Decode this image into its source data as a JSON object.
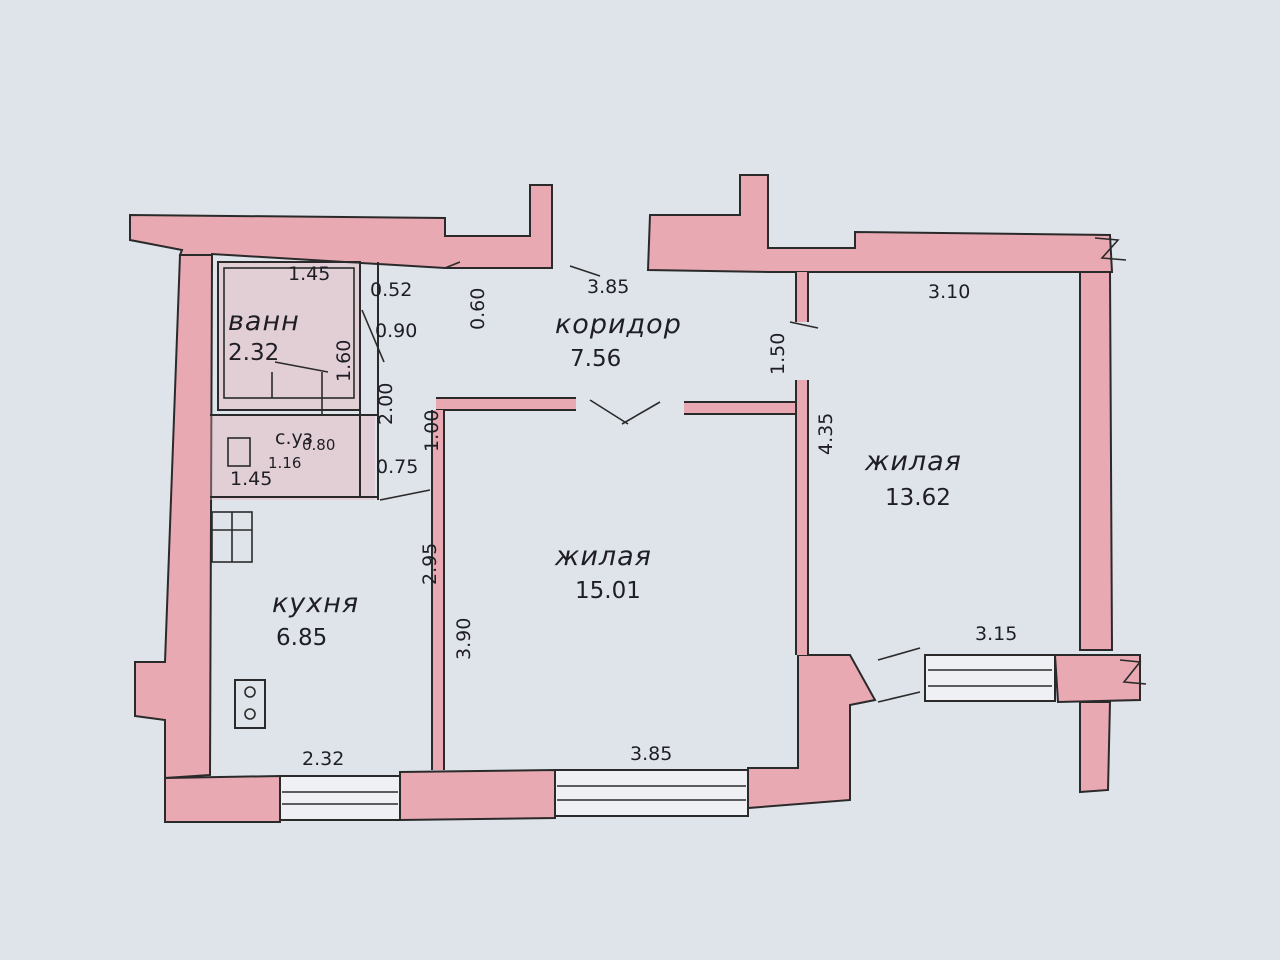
{
  "rooms": {
    "bath": {
      "name": "ванн",
      "area": "2.32"
    },
    "wc": {
      "name": "с.уз",
      "area": "1.16"
    },
    "corridor": {
      "name": "коридор",
      "area": "7.56"
    },
    "living_right": {
      "name": "жилая",
      "area": "13.62"
    },
    "living_center": {
      "name": "жилая",
      "area": "15.01"
    },
    "kitchen": {
      "name": "кухня",
      "area": "6.85"
    }
  },
  "dimensions": {
    "bath_width": "1.45",
    "d_052": "0.52",
    "d_060": "0.60",
    "d_090": "0.90",
    "corridor_length": "3.85",
    "right_room_width": "3.10",
    "d_150": "1.50",
    "bath_depth": "1.60",
    "d_200": "2.00",
    "d_100": "1.00",
    "right_room_depth": "4.35",
    "wc_d_080": "0.80",
    "wc_width": "1.45",
    "d_075": "0.75",
    "kitchen_depth": "2.95",
    "center_room_depth": "3.90",
    "balcony": "3.15",
    "kitchen_width": "2.32",
    "center_room_width": "3.85"
  }
}
